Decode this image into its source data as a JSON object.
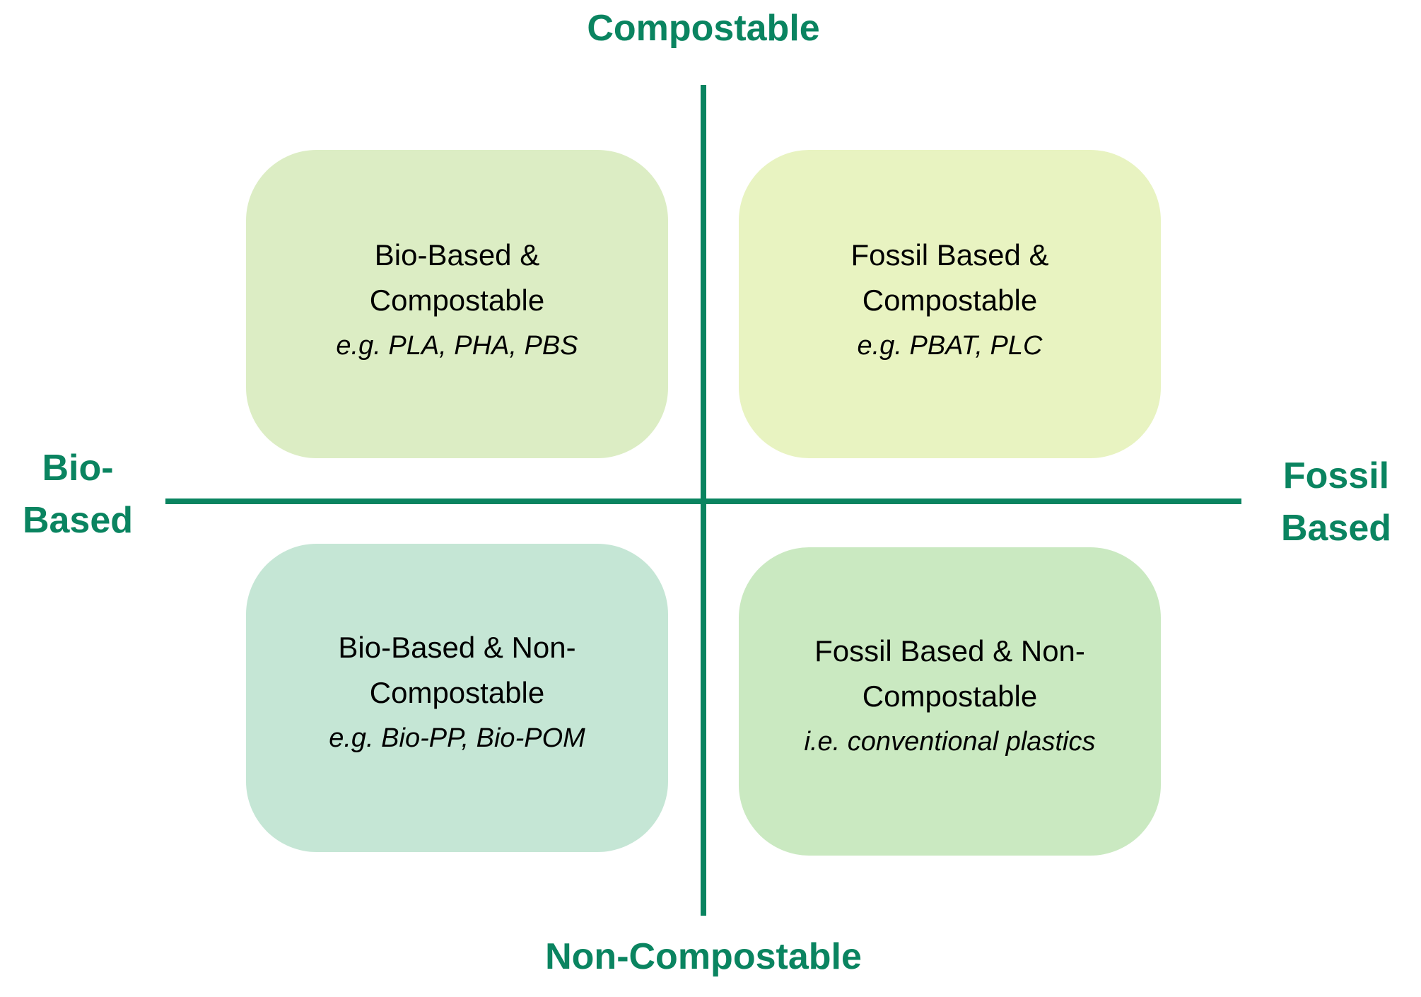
{
  "axes": {
    "top": "Compostable",
    "bottom": "Non-Compostable",
    "left_line1": "Bio-",
    "left_line2": "Based",
    "right_line1": "Fossil",
    "right_line2": "Based",
    "color": "#0a8460"
  },
  "quadrants": [
    {
      "id": "top-left",
      "line1": "Bio-Based &",
      "line2": "Compostable",
      "example": "e.g. PLA, PHA, PBS",
      "color": "#dcedc4"
    },
    {
      "id": "top-right",
      "line1": "Fossil Based &",
      "line2": "Compostable",
      "example": "e.g. PBAT, PLC",
      "color": "#e8f3c1"
    },
    {
      "id": "bottom-left",
      "line1": "Bio-Based & Non-",
      "line2": "Compostable",
      "example": "e.g. Bio-PP, Bio-POM",
      "color": "#c5e6d5"
    },
    {
      "id": "bottom-right",
      "line1": "Fossil Based & Non-",
      "line2": "Compostable",
      "example": "i.e. conventional plastics",
      "color": "#cae9c1"
    }
  ]
}
